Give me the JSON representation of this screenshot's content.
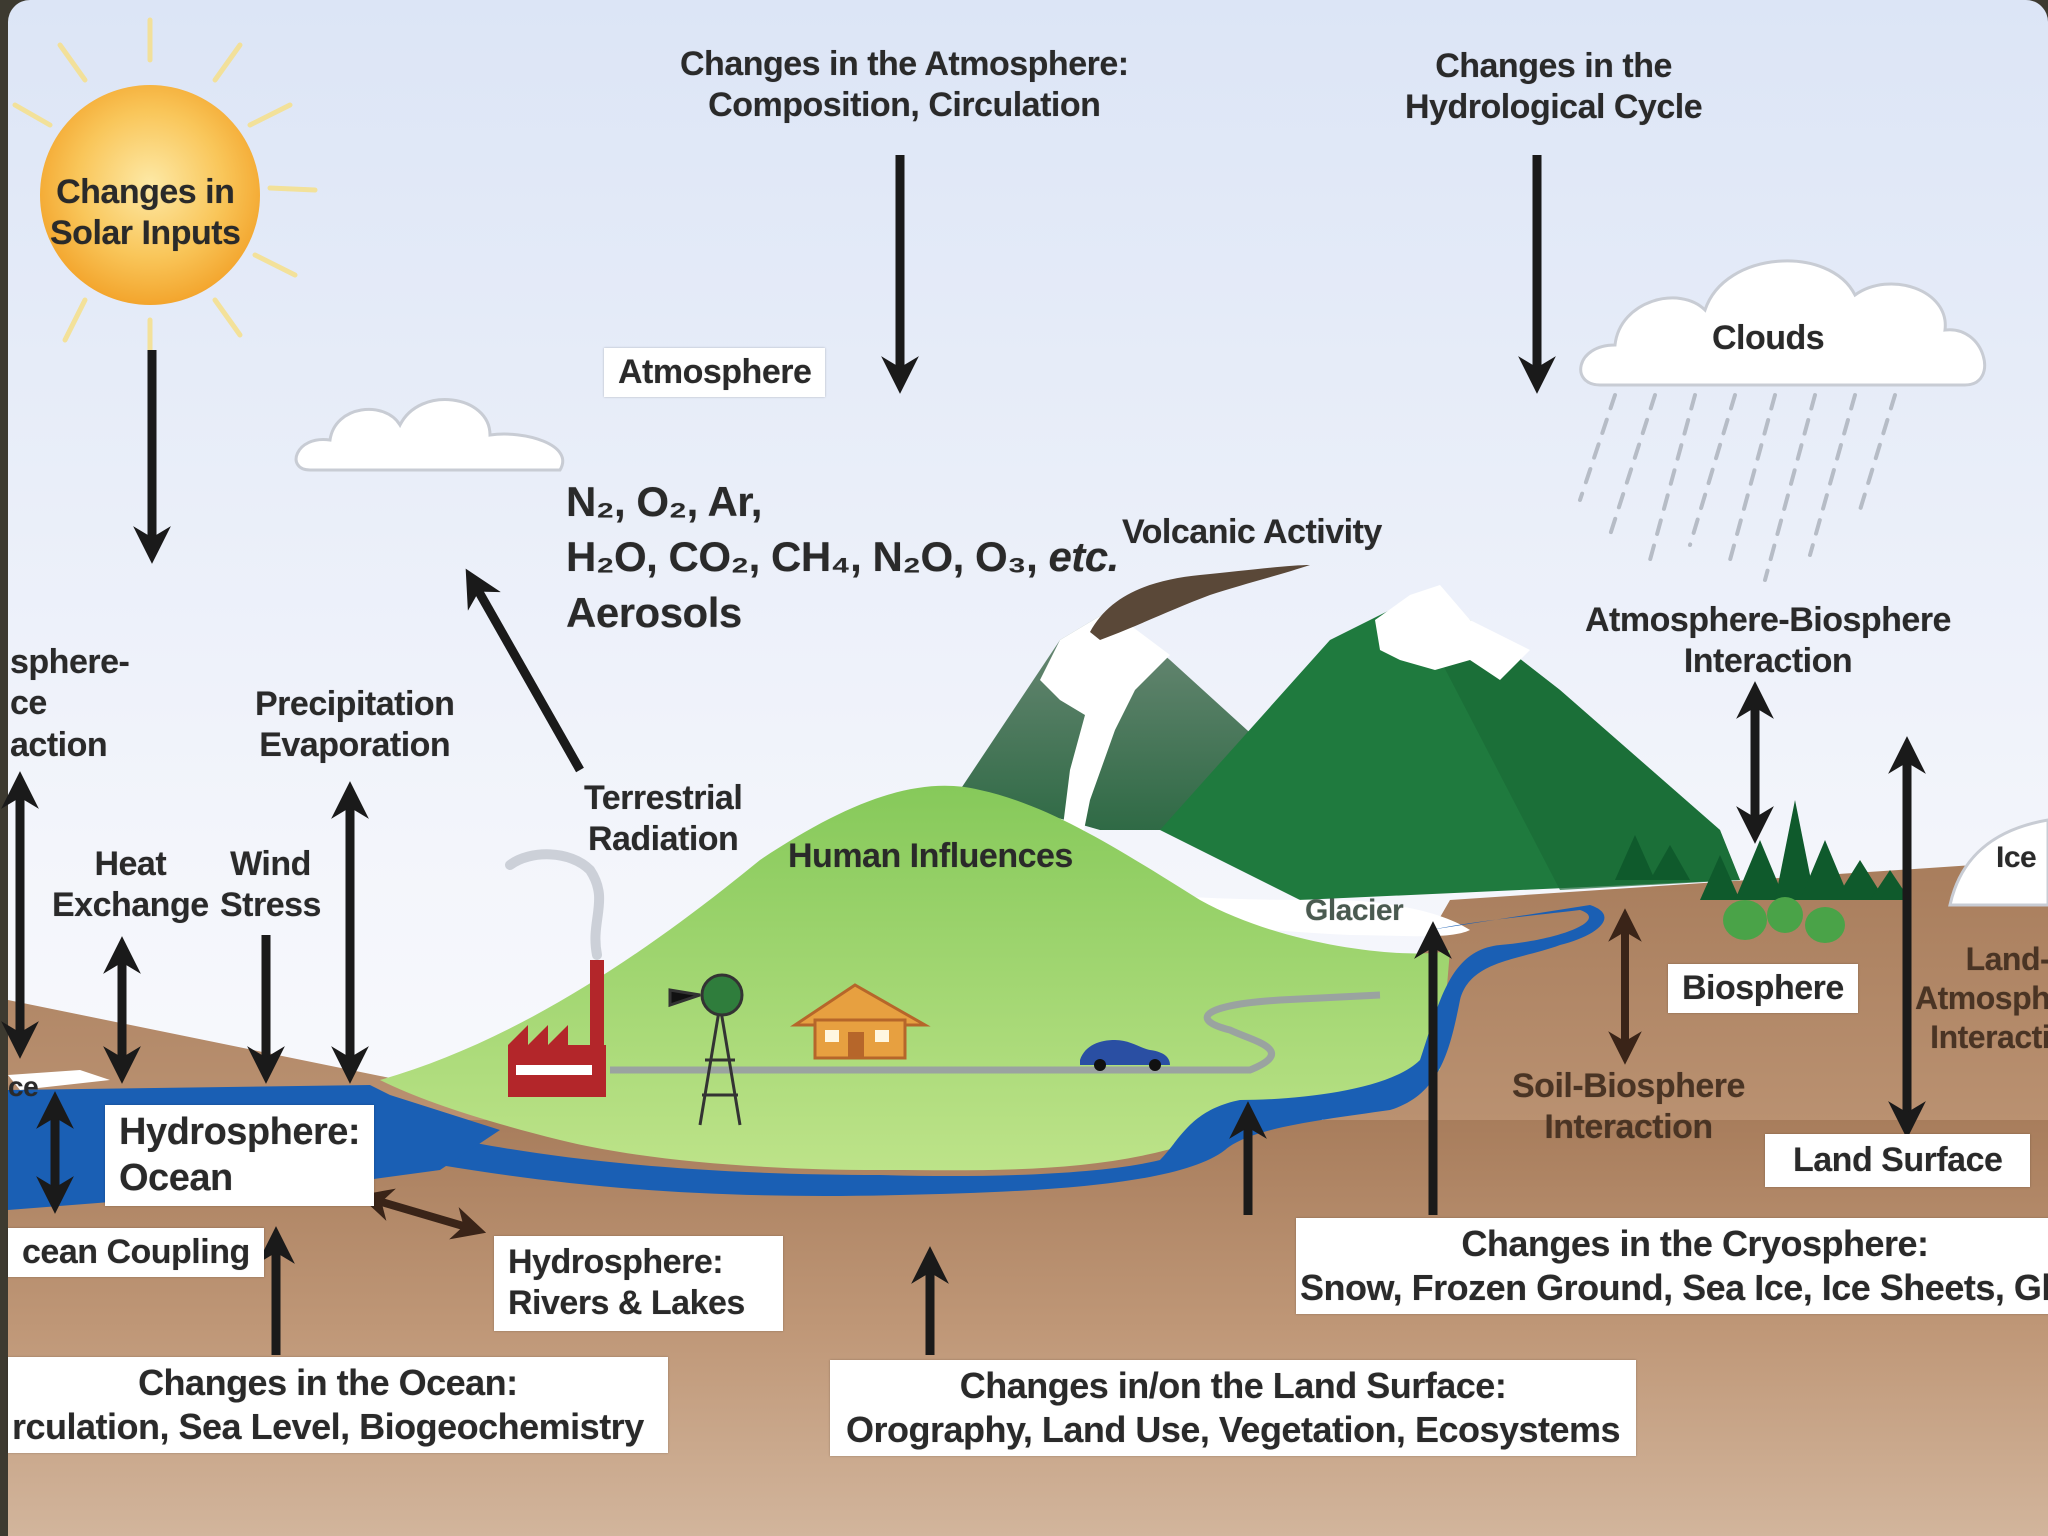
{
  "labels": {
    "solar": [
      "Changes in",
      "Solar Inputs"
    ],
    "atmos_changes": [
      "Changes in the Atmosphere:",
      "Composition, Circulation"
    ],
    "hydro_changes": [
      "Changes in the",
      "Hydrological Cycle"
    ],
    "atmosphere": "Atmosphere",
    "clouds": "Clouds",
    "gases_line1": "N₂, O₂, Ar,",
    "gases_line2": "H₂O, CO₂, CH₄, N₂O, O₃,",
    "gases_etc": "etc.",
    "gases_line3": "Aerosols",
    "volcanic": "Volcanic Activity",
    "atmos_bio": [
      "Atmosphere-Biosphere",
      "Interaction"
    ],
    "atmos_ice_partial": [
      "sphere-",
      "ce",
      "action"
    ],
    "precip": [
      "Precipitation",
      "Evaporation"
    ],
    "terrestrial": [
      "Terrestrial",
      "Radiation"
    ],
    "human": "Human Influences",
    "heat": [
      "Heat",
      "Exchange"
    ],
    "wind": [
      "Wind",
      "Stress"
    ],
    "glacier": "Glacier",
    "ice_partial": "Ice",
    "land_atmos_partial": [
      "Land-",
      "Atmosph",
      "Interacti"
    ],
    "biosphere": "Biosphere",
    "ocean": [
      "Hydrosphere:",
      "Ocean"
    ],
    "soil_bio": [
      "Soil-Biosphere",
      "Interaction"
    ],
    "land_surface": "Land Surface",
    "ice_ocean_partial": "ce",
    "ocean_coupling": "cean Coupling",
    "rivers": [
      "Hydrosphere:",
      "Rivers & Lakes"
    ],
    "cryo": [
      "Changes in the Cryosphere:",
      "Snow, Frozen Ground, Sea Ice, Ice Sheets, Glac"
    ],
    "ocean_changes": [
      "Changes in the Ocean:",
      "rculation, Sea Level, Biogeochemistry"
    ],
    "land_changes": [
      "Changes in/on the Land Surface:",
      "Orography, Land Use, Vegetation, Ecosystems"
    ]
  },
  "colors": {
    "sky_top": "#dfe6f5",
    "sky_bottom": "#ffffff",
    "sun": "#f6b43c",
    "ocean": "#1a5fb4",
    "land_green": "#9fd46a",
    "mountain_dark": "#1e7a3a",
    "soil": "#b5896a",
    "arrow": "#1a1a1a",
    "soil_arrow": "#3a2418"
  }
}
